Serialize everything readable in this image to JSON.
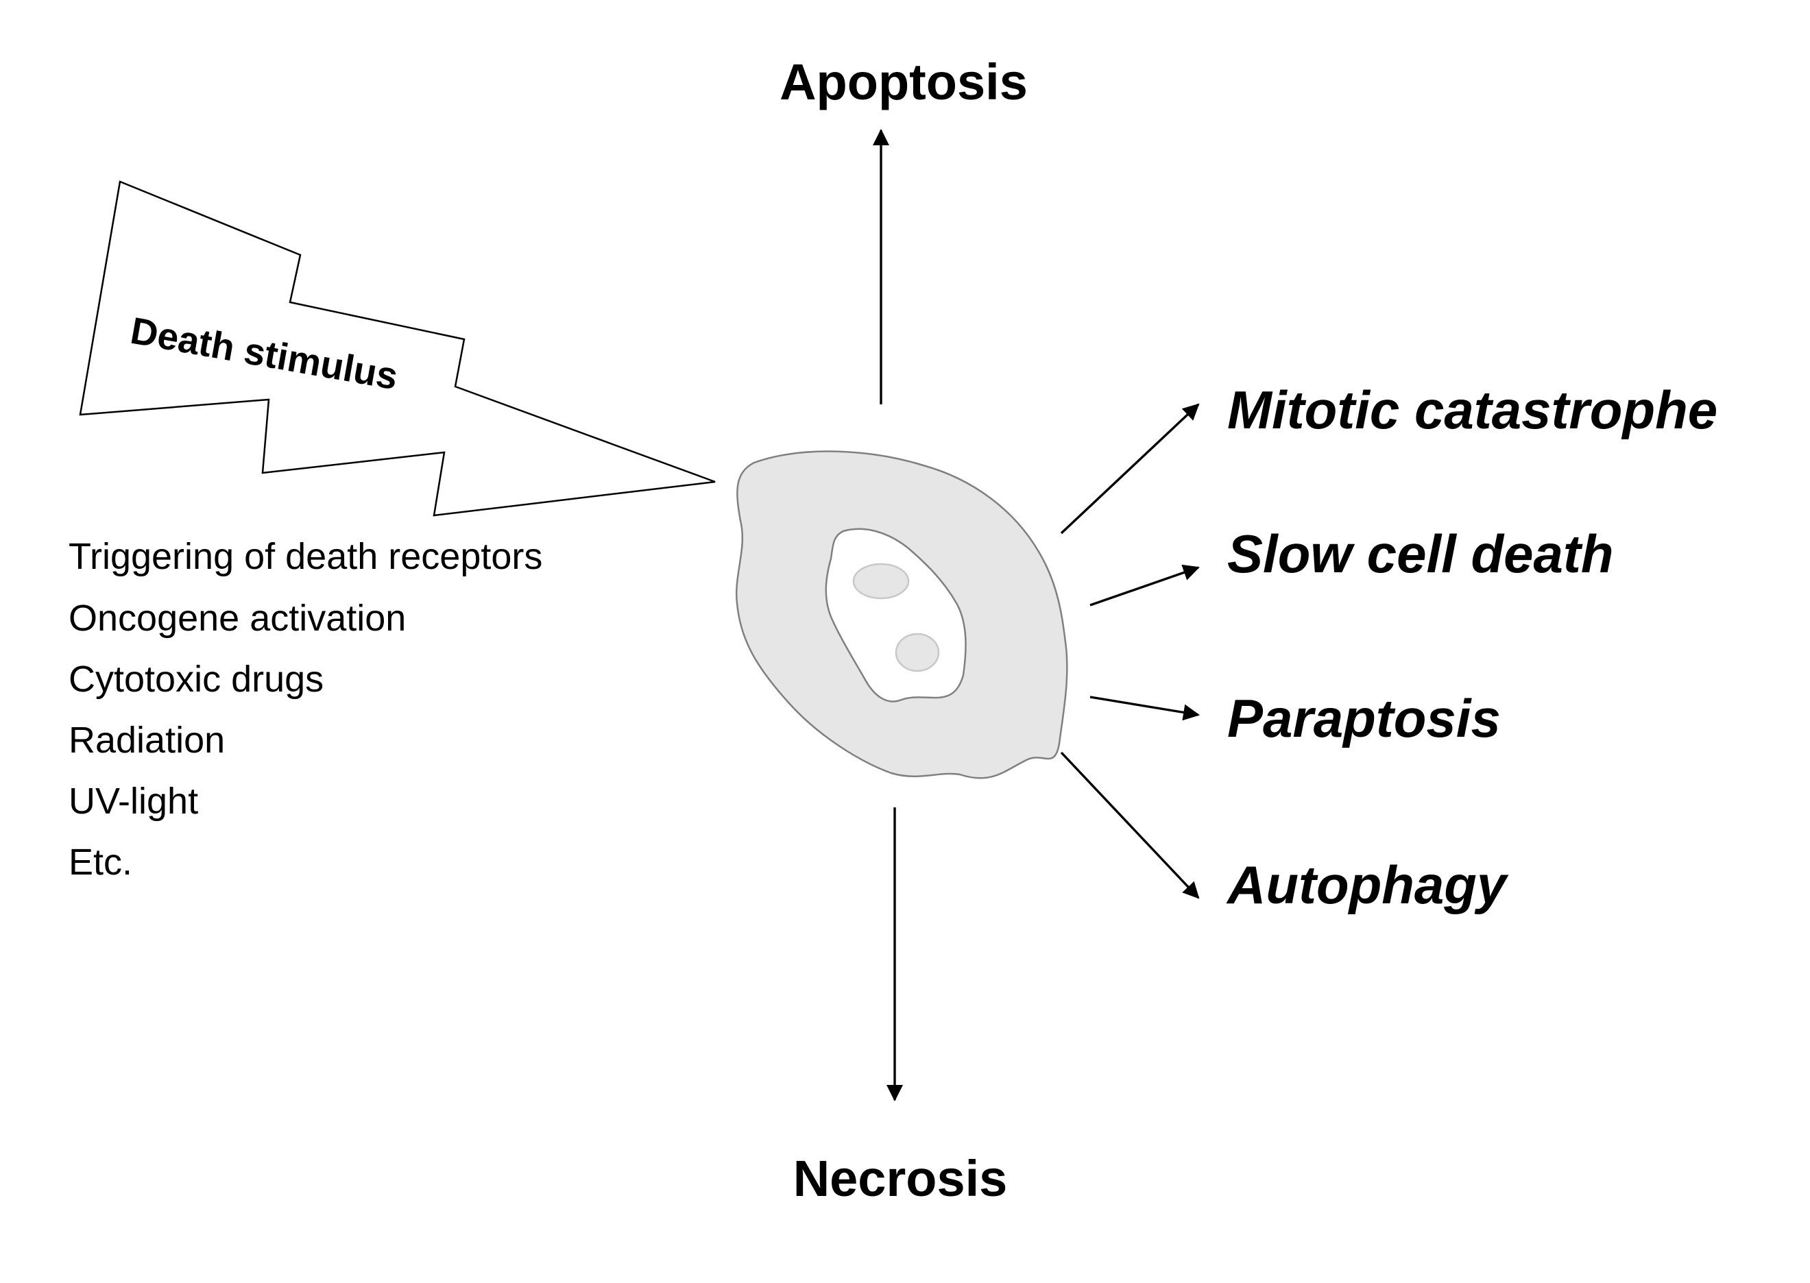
{
  "stimulus": {
    "label": "Death stimulus"
  },
  "triggers": [
    "Triggering of death receptors",
    "Oncogene activation",
    "Cytotoxic drugs",
    "Radiation",
    "UV-light",
    "Etc."
  ],
  "outcomes": {
    "apoptosis": "Apoptosis",
    "necrosis": "Necrosis",
    "mitotic_catastrophe": "Mitotic catastrophe",
    "slow_cell_death": "Slow cell death",
    "paraptosis": "Paraptosis",
    "autophagy": "Autophagy"
  },
  "colors": {
    "cell_fill": "#e6e6e6",
    "cell_outline": "#808080",
    "nucleus_fill": "#ffffff",
    "nucleolus_fill": "#e6e6e6",
    "line": "#000000"
  }
}
